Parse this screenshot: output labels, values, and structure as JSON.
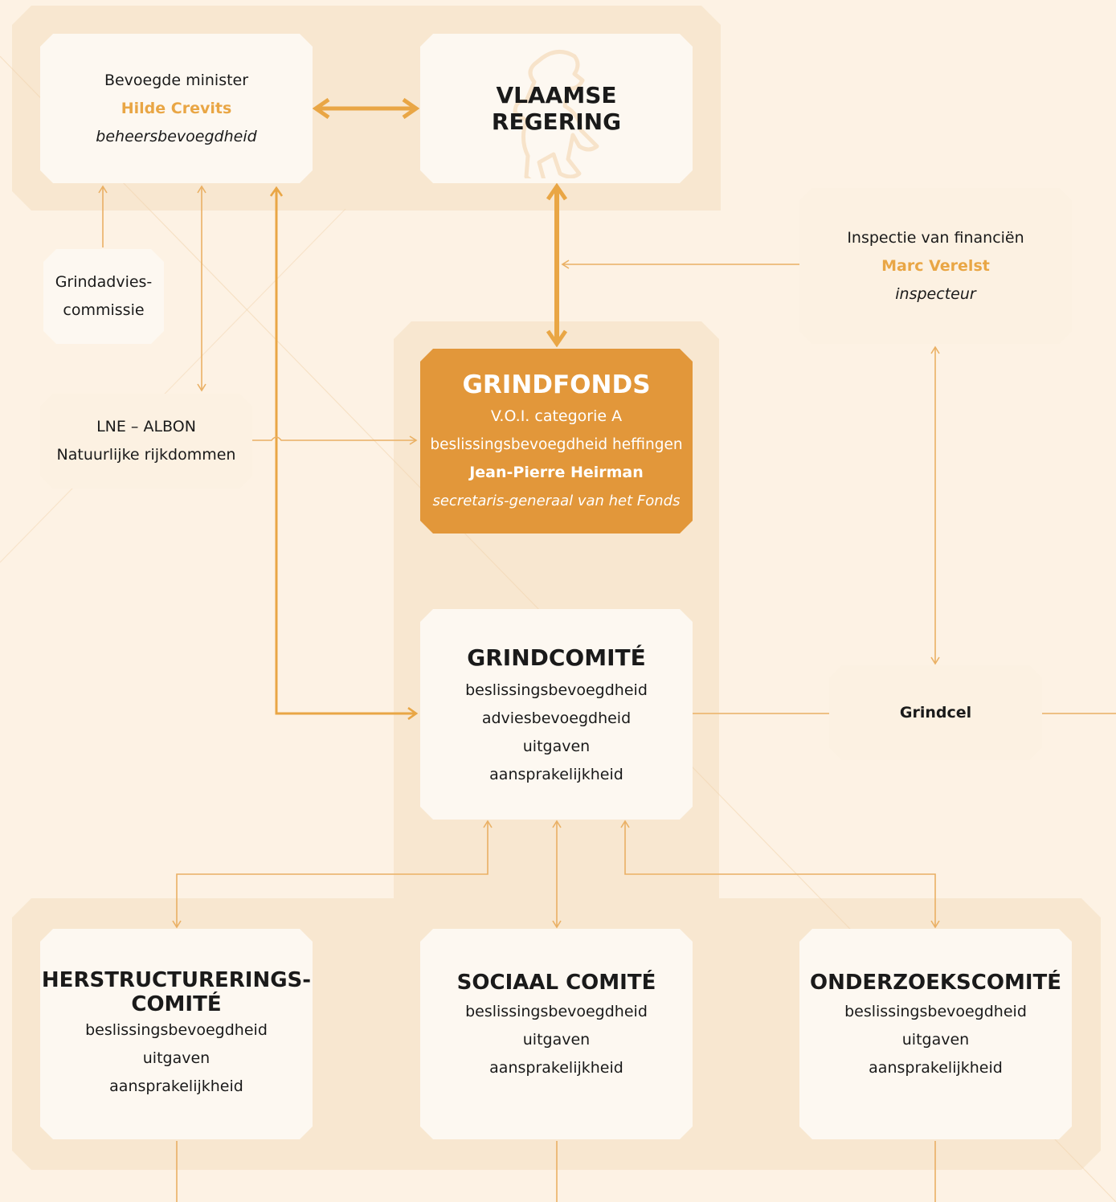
{
  "colors": {
    "accent": "#e9a645",
    "panel": "#f8e7d0",
    "background": "#fdf2e4",
    "grindfonds_fill": "#e2973a"
  },
  "minister": {
    "role": "Bevoegde minister",
    "name": "Hilde Crevits",
    "scope": "beheersbevoegdheid"
  },
  "regering": {
    "line1": "VLAAMSE",
    "line2": "REGERING",
    "emblem": "flemish-lion-icon"
  },
  "adviescommissie": {
    "line1": "Grindadvies-",
    "line2": "commissie"
  },
  "lne": {
    "line1": "LNE – ALBON",
    "line2": "Natuurlijke rijkdommen"
  },
  "inspectie": {
    "role": "Inspectie van financiën",
    "name": "Marc Verelst",
    "title": "inspecteur"
  },
  "grindfonds": {
    "title": "GRINDFONDS",
    "category": "V.O.I. categorie A",
    "power": "beslissingsbevoegdheid heffingen",
    "name": "Jean-Pierre Heirman",
    "function": "secretaris-generaal van het Fonds"
  },
  "grindcomite": {
    "title": "GRINDCOMITÉ",
    "powers": [
      "beslissingsbevoegdheid",
      "adviesbevoegdheid",
      "uitgaven",
      "aansprakelijkheid"
    ]
  },
  "grindcel": {
    "label": "Grindcel"
  },
  "herstructurering": {
    "title1": "HERSTRUCTURERINGS-",
    "title2": "COMITÉ",
    "powers": [
      "beslissingsbevoegdheid",
      "uitgaven",
      "aansprakelijkheid"
    ]
  },
  "sociaal": {
    "title": "SOCIAAL COMITÉ",
    "powers": [
      "beslissingsbevoegdheid",
      "uitgaven",
      "aansprakelijkheid"
    ]
  },
  "onderzoek": {
    "title": "ONDERZOEKSCOMITÉ",
    "powers": [
      "beslissingsbevoegdheid",
      "uitgaven",
      "aansprakelijkheid"
    ]
  }
}
